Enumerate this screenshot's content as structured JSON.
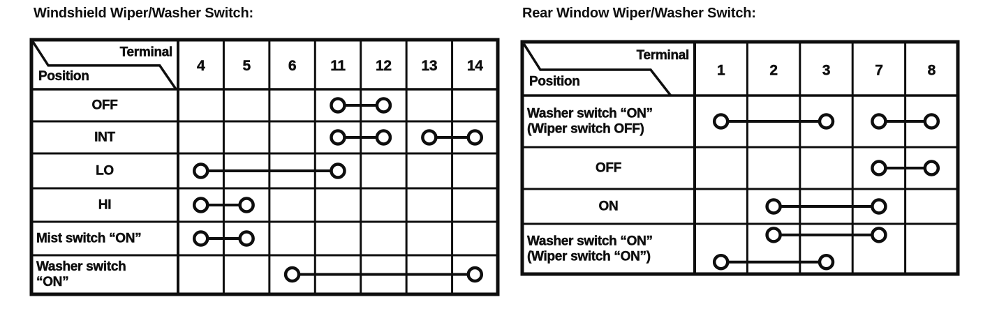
{
  "page": {
    "background": "#ffffff",
    "ink": "#0e0e0e"
  },
  "tables": [
    {
      "title": "Windshield Wiper/Washer Switch:",
      "corner": {
        "top_label": "Terminal",
        "bottom_label": "Position"
      },
      "terminals": [
        "4",
        "5",
        "6",
        "11",
        "12",
        "13",
        "14"
      ],
      "rows": [
        {
          "label": [
            "OFF"
          ],
          "align": "center",
          "connections": [
            {
              "from": "11",
              "to": "12"
            }
          ]
        },
        {
          "label": [
            "INT"
          ],
          "align": "center",
          "connections": [
            {
              "from": "11",
              "to": "12"
            },
            {
              "from": "13",
              "to": "14"
            }
          ]
        },
        {
          "label": [
            "LO"
          ],
          "align": "center",
          "connections": [
            {
              "from": "4",
              "to": "11"
            }
          ]
        },
        {
          "label": [
            "HI"
          ],
          "align": "center",
          "connections": [
            {
              "from": "4",
              "to": "5"
            }
          ]
        },
        {
          "label": [
            "Mist switch “ON”"
          ],
          "align": "left",
          "connections": [
            {
              "from": "4",
              "to": "5"
            }
          ]
        },
        {
          "label": [
            "Washer switch",
            "“ON”"
          ],
          "align": "left",
          "connections": [
            {
              "from": "6",
              "to": "14"
            }
          ]
        }
      ]
    },
    {
      "title": "Rear Window Wiper/Washer Switch:",
      "corner": {
        "top_label": "Terminal",
        "bottom_label": "Position"
      },
      "terminals": [
        "1",
        "2",
        "3",
        "7",
        "8"
      ],
      "rows": [
        {
          "label": [
            "Washer switch “ON”",
            "(Wiper switch OFF)"
          ],
          "align": "left",
          "connections": [
            {
              "from": "1",
              "to": "3"
            },
            {
              "from": "7",
              "to": "8"
            }
          ]
        },
        {
          "label": [
            "OFF"
          ],
          "align": "center",
          "connections": [
            {
              "from": "7",
              "to": "8"
            }
          ]
        },
        {
          "label": [
            "ON"
          ],
          "align": "center",
          "connections": [
            {
              "from": "2",
              "to": "7"
            }
          ]
        },
        {
          "label": [
            "Washer switch “ON”",
            "(Wiper switch “ON”)"
          ],
          "align": "left",
          "connections": [
            {
              "from": "2",
              "to": "7"
            },
            {
              "from": "1",
              "to": "3"
            }
          ]
        }
      ]
    }
  ]
}
